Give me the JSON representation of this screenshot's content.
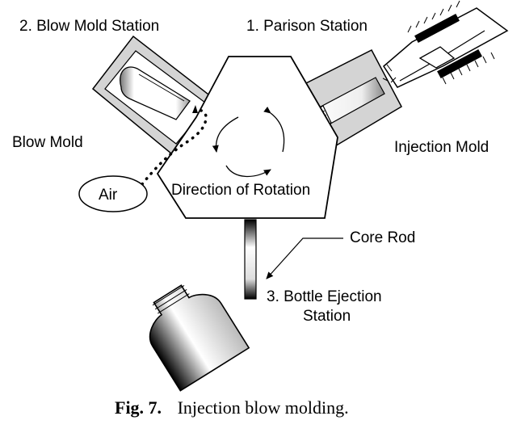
{
  "labels": {
    "blow_mold_station": "2. Blow Mold Station",
    "parison_station": "1. Parison Station",
    "blow_mold": "Blow Mold",
    "injection_mold": "Injection Mold",
    "air": "Air",
    "direction_of_rotation": "Direction of Rotation",
    "core_rod": "Core Rod",
    "bottle_ejection_line1": "3. Bottle Ejection",
    "bottle_ejection_line2": "Station"
  },
  "caption": {
    "figure_label": "Fig. 7.",
    "text": "Injection blow molding."
  },
  "colors": {
    "mold_fill": "#d4d4d4",
    "stroke": "#000000",
    "background": "#ffffff"
  }
}
